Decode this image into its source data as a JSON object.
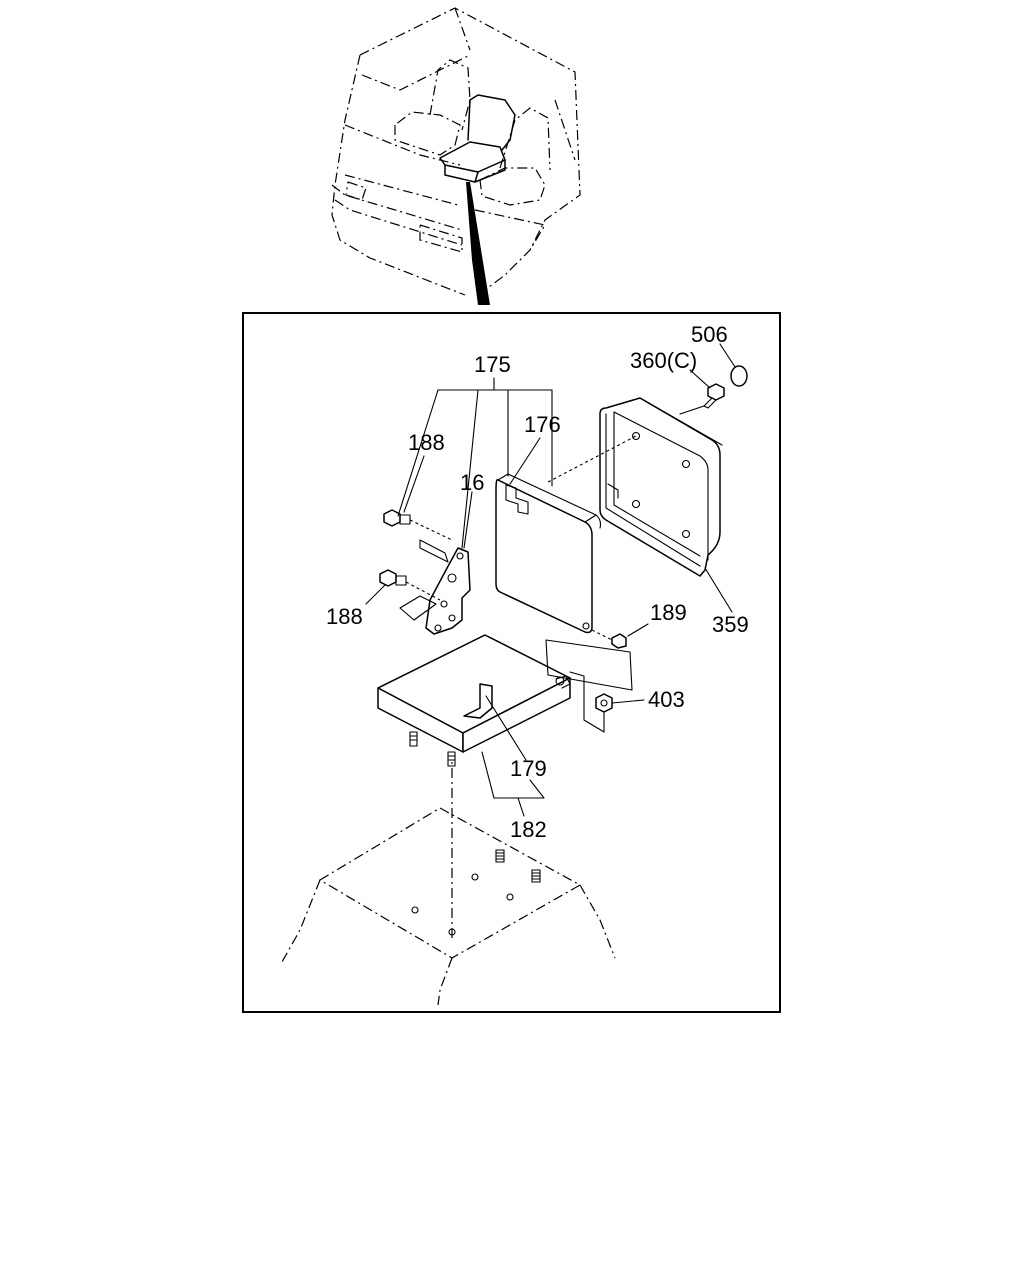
{
  "callouts": [
    {
      "id": "506",
      "text": "506"
    },
    {
      "id": "360c",
      "text": "360(C)"
    },
    {
      "id": "175",
      "text": "175"
    },
    {
      "id": "176",
      "text": "176"
    },
    {
      "id": "188a",
      "text": "188"
    },
    {
      "id": "16",
      "text": "16"
    },
    {
      "id": "188b",
      "text": "188"
    },
    {
      "id": "189",
      "text": "189"
    },
    {
      "id": "359",
      "text": "359"
    },
    {
      "id": "403",
      "text": "403"
    },
    {
      "id": "179",
      "text": "179"
    },
    {
      "id": "182",
      "text": "182"
    }
  ]
}
